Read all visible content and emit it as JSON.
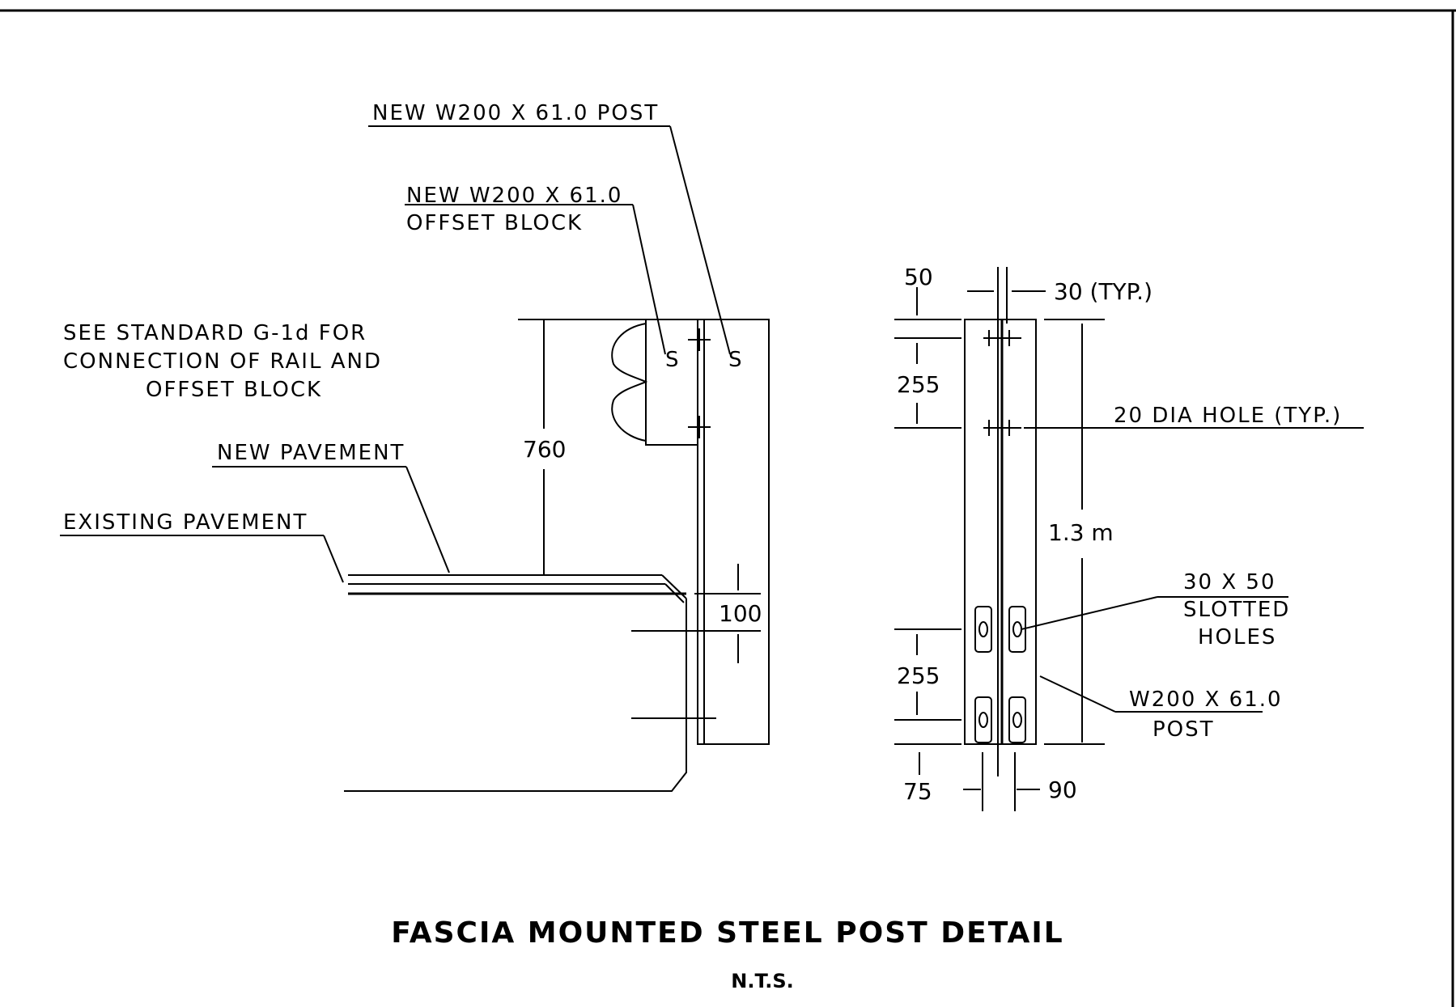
{
  "drawing": {
    "title": "FASCIA MOUNTED STEEL POST DETAIL",
    "scale_note": "N.T.S.",
    "labels": {
      "new_post": "NEW W200 X 61.0 POST",
      "offset_block_1": "NEW W200 X 61.0",
      "offset_block_2": "OFFSET BLOCK",
      "see_std_1": "SEE STANDARD G-1d FOR",
      "see_std_2": "CONNECTION OF RAIL AND",
      "see_std_3": "OFFSET BLOCK",
      "new_pavement": "NEW PAVEMENT",
      "existing_pavement": "EXISTING PAVEMENT",
      "bolt_mark": "S",
      "slotted_1": "30 X 50",
      "slotted_2": "SLOTTED",
      "slotted_3": "HOLES",
      "post_1": "W200 X 61.0",
      "post_2": "POST",
      "dia_hole": "20 DIA HOLE (TYP.)"
    },
    "dimensions": {
      "height_760": "760",
      "dim_100": "100",
      "dim_50": "50",
      "dim_30_typ": "30 (TYP.)",
      "dim_255_top": "255",
      "dim_255_bottom": "255",
      "length": "1.3 m",
      "dim_75": "75",
      "dim_90": "90"
    }
  }
}
